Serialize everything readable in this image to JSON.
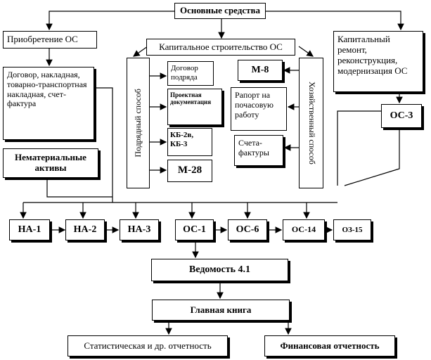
{
  "nodes": {
    "fixed_assets": "Основные  средства",
    "acquisition": "Приобретение ОС",
    "capital_construction": "Капитальное  строительство ОС",
    "capital_repair": "Капитальный ремонт, реконструкция, модернизация ОС",
    "documents": "Договор, накладная, товарно-транспортная накладная, счет-фактура",
    "contract_method": "Подрядный способ",
    "contract": "Договор подряда",
    "project_docs": "Проектная документация",
    "kb": "КБ-2в, КБ-3",
    "m28": "М-28",
    "m8": "М-8",
    "time_report": "Рапорт на почасовую работу",
    "invoices": "Счета-фактуры",
    "own_method": "Хозяйственный способ",
    "os3": "ОС-3",
    "intangibles": "Нематериальные активы",
    "na1": "НА-1",
    "na2": "НА-2",
    "na3": "НА-3",
    "os1": "ОС-1",
    "os6": "ОС-6",
    "os14": "ОС-14",
    "oz15": "ОЗ-15",
    "statement": "Ведомость 4.1",
    "ledger": "Главная книга",
    "statistical": "Статистическая и др. отчетность",
    "financial": "Финансовая отчетность"
  }
}
